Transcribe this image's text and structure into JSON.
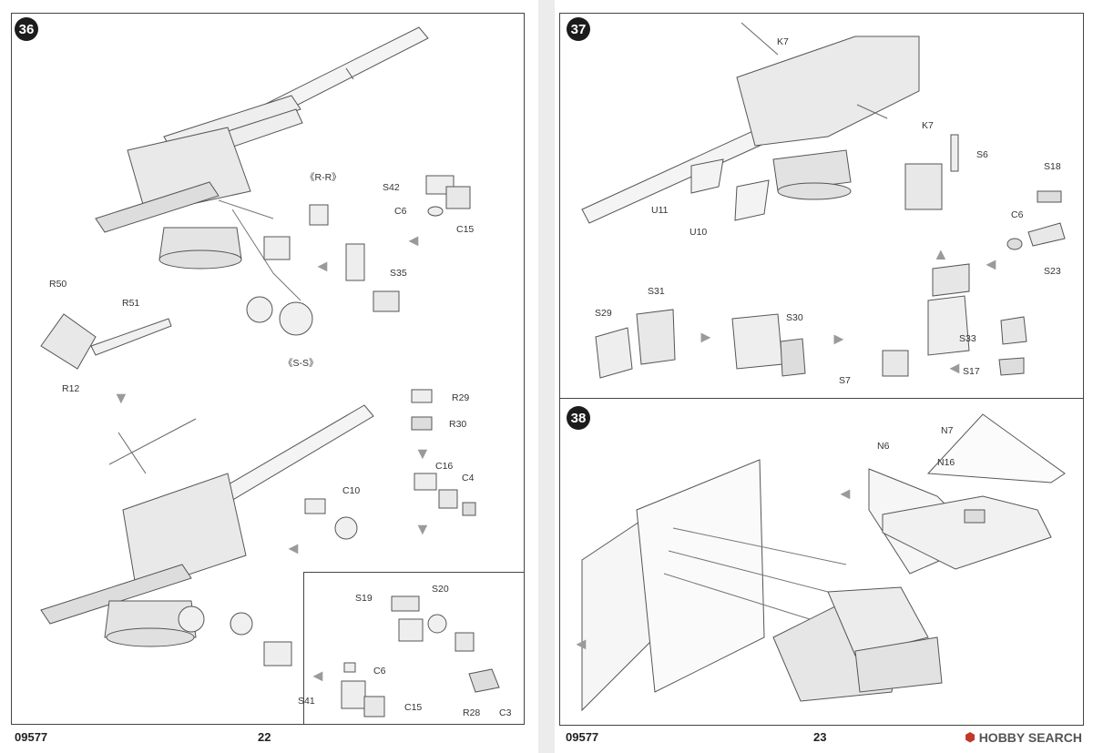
{
  "document": {
    "product_code": "09577",
    "brand": "HOBBY SEARCH"
  },
  "pages": {
    "left": {
      "number": "22"
    },
    "right": {
      "number": "23"
    }
  },
  "steps": {
    "s36": "36",
    "s37": "37",
    "s38": "38"
  },
  "labels": {
    "rr": "《R-R》",
    "ss": "《S-S》",
    "S42": "S42",
    "C6": "C6",
    "C15": "C15",
    "S35": "S35",
    "R50": "R50",
    "R51": "R51",
    "R12": "R12",
    "R29": "R29",
    "R30": "R30",
    "C16": "C16",
    "C4": "C4",
    "C10": "C10",
    "S19": "S19",
    "S20": "S20",
    "C6b": "C6",
    "S41": "S41",
    "C15b": "C15",
    "R28": "R28",
    "C3": "C3",
    "K7a": "K7",
    "K7b": "K7",
    "S6": "S6",
    "U11": "U11",
    "U10": "U10",
    "S18": "S18",
    "C6c": "C6",
    "S23": "S23",
    "S31": "S31",
    "S29": "S29",
    "S30": "S30",
    "S7": "S7",
    "S33": "S33",
    "S17": "S17",
    "N7": "N7",
    "N6": "N6",
    "N16": "N16"
  }
}
